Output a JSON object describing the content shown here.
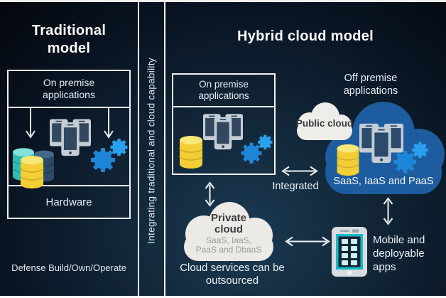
{
  "left_panel": {
    "title": "Traditional model",
    "box": {
      "header": "On premise applications",
      "hardware_label": "Hardware"
    },
    "footer": "Defense Build/Own/Operate"
  },
  "divider": {
    "label": "Integrating traditional and cloud capability"
  },
  "right_panel": {
    "title": "Hybrid cloud model",
    "on_premise_box": {
      "header": "On premise applications"
    },
    "off_premise_label": "Off premise applications",
    "public_cloud_label": "Public cloud",
    "blue_cloud_caption": "SaaS, IaaS and PaaS",
    "integrated_label": "Integrated",
    "private_cloud": {
      "title": "Private cloud",
      "services_line1": "SaaS, IaaS,",
      "services_line2": "PaaS and DbaaS"
    },
    "outsourced_label": "Cloud services can be outsourced",
    "mobile_label": "Mobile and deployable apps"
  },
  "icons": {
    "devices-icon": "overlapping tablets + phone shape",
    "database-icon": "stacked cylinder shape",
    "gears-icon": "two cogwheels",
    "cloud-icon": "cloud blob shape",
    "phone-icon": "smartphone with app grid",
    "double-arrow-icon": "double-headed arrow",
    "down-arrow-icon": "downward arrow"
  },
  "colors": {
    "background_dark": "#04070c",
    "background_light": "#1b3a52",
    "border_white": "#f2f2f2",
    "blue_cloud": "#1d5c9e",
    "gear_blue": "#2196f3",
    "database_yellow": "#f2cf35",
    "database_teal": "#2fbdb4",
    "database_navy": "#2c4a63",
    "cloud_white": "#eceae6",
    "phone_screen_teal": "#17bac4"
  }
}
